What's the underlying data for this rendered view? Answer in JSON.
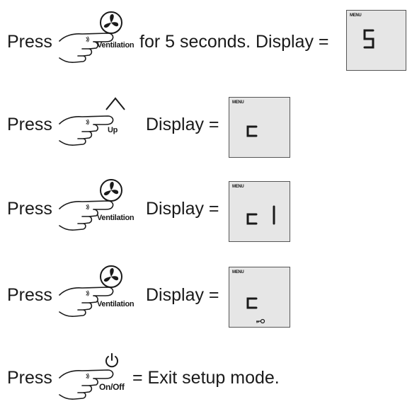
{
  "steps": [
    {
      "press": "Press",
      "button": "Ventilation",
      "middle": "for 5 seconds. Display =",
      "display": {
        "menu": "MENU",
        "value": "5"
      }
    },
    {
      "press": "Press",
      "button": "Up",
      "middle": "Display =",
      "display": {
        "menu": "MENU",
        "value": "c"
      }
    },
    {
      "press": "Press",
      "button": "Ventilation",
      "middle": "Display =",
      "display": {
        "menu": "MENU",
        "value": "c1"
      }
    },
    {
      "press": "Press",
      "button": "Ventilation",
      "middle": "Display =",
      "display": {
        "menu": "MENU",
        "value": "c",
        "key_icon": "key-icon"
      }
    },
    {
      "press": "Press",
      "button": "On/Off",
      "middle": "= Exit setup mode."
    }
  ],
  "icons": [
    "fan-icon",
    "up-arrow-icon",
    "power-icon",
    "pointing-hand-icon",
    "key-icon"
  ]
}
